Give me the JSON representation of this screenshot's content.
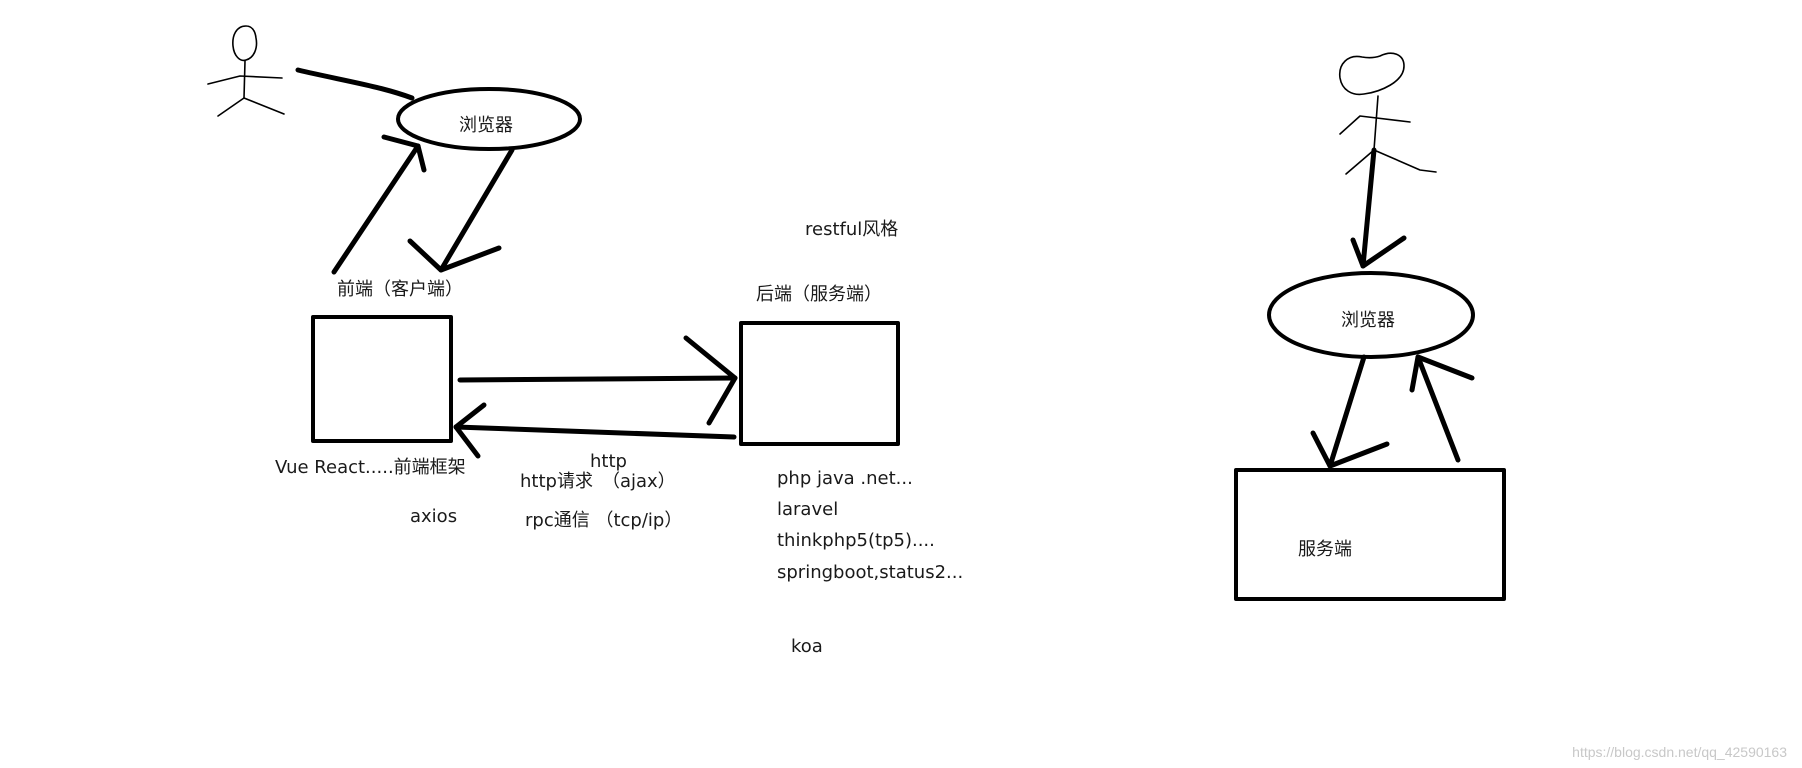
{
  "left_diagram": {
    "browser_label": "浏览器",
    "frontend_label": "前端（客户端）",
    "backend_label": "后端（服务端）",
    "restful_label": "restful风格",
    "http_label": "http",
    "http_request_label": "http请求　（ajax）",
    "rpc_label": "rpc通信 （tcp/ip）",
    "frontend_frameworks": "Vue React.....前端框架",
    "axios_label": "axios",
    "backend_techs": [
      "php java .net...",
      "laravel",
      "thinkphp5(tp5)....",
      "springboot,status2..."
    ],
    "koa_label": "koa"
  },
  "right_diagram": {
    "browser_label": "浏览器",
    "server_label": "服务端"
  },
  "watermark": "https://blog.csdn.net/qq_42590163"
}
